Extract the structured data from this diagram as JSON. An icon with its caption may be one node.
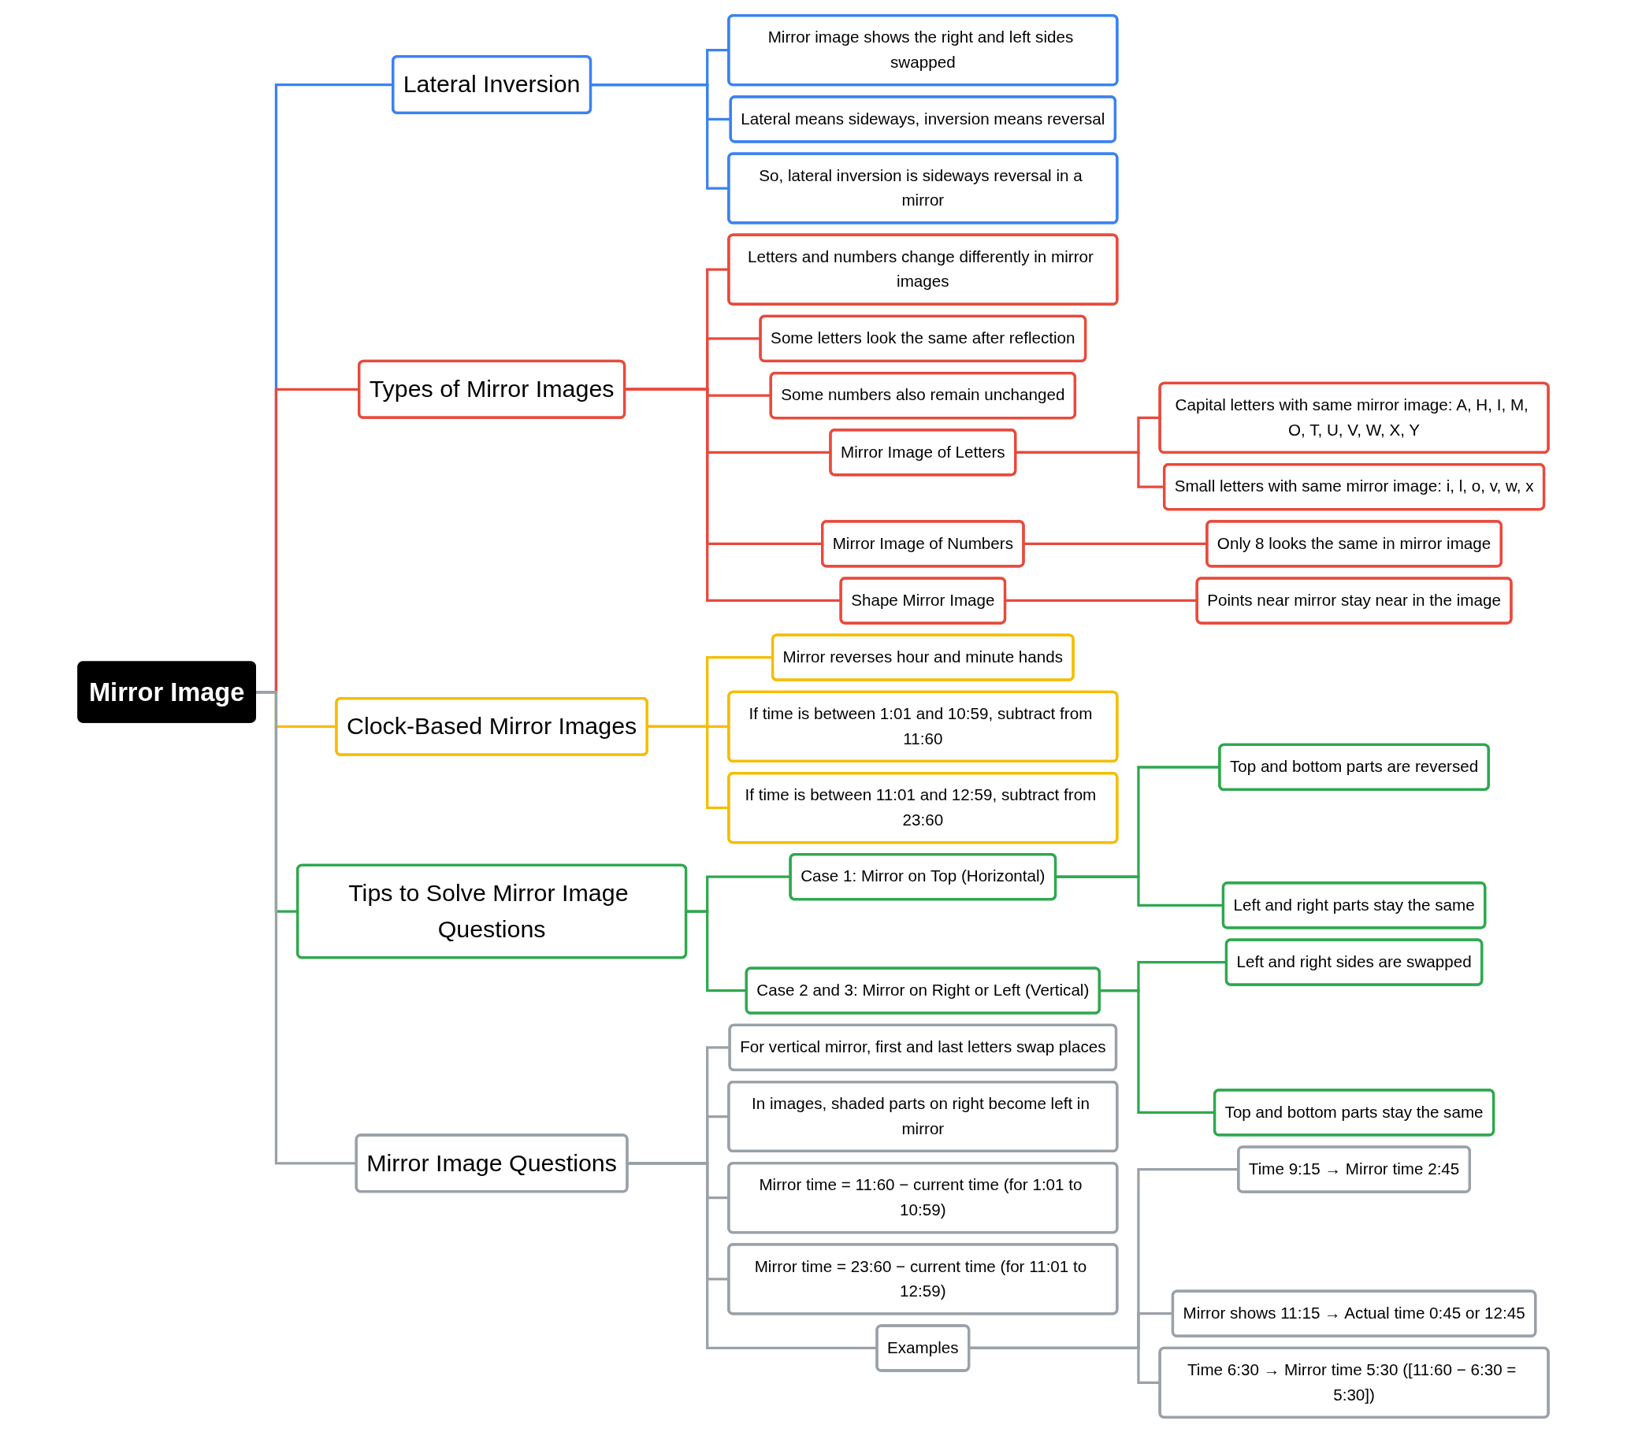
{
  "diagram": {
    "nodes": [
      {
        "text": [
          "Mirror Image"
        ]
      },
      {
        "text": [
          "Lateral Inversion"
        ]
      },
      {
        "text": [
          "Mirror image shows the right and left sides swapped"
        ]
      },
      {
        "text": [
          "Lateral means sideways, inversion means reversal"
        ]
      },
      {
        "text": [
          "So, lateral inversion is sideways reversal in a mirror"
        ]
      },
      {
        "text": [
          "Types of Mirror Images"
        ]
      },
      {
        "text": [
          "Letters and numbers change differently in mirror images"
        ]
      },
      {
        "text": [
          "Some letters look the same after reflection"
        ]
      },
      {
        "text": [
          "Some numbers also remain unchanged"
        ]
      },
      {
        "text": [
          "Mirror Image of Letters"
        ]
      },
      {
        "text": [
          "Capital letters with same mirror image: A, H, I, M, O, T, U, V, W, X, Y"
        ]
      },
      {
        "text": [
          "Small letters with same mirror image: i, l, o, v, w, x"
        ]
      },
      {
        "text": [
          "Mirror Image of Numbers"
        ]
      },
      {
        "text": [
          "Only 8 looks the same in mirror image"
        ]
      },
      {
        "text": [
          "Shape Mirror Image"
        ]
      },
      {
        "text": [
          "Points near mirror stay near in the image"
        ]
      },
      {
        "text": [
          "Clock-Based Mirror Images"
        ]
      },
      {
        "text": [
          "Mirror reverses hour and minute hands"
        ]
      },
      {
        "text": [
          "If time is between 1:01 and 10:59, subtract from 11:60"
        ]
      },
      {
        "text": [
          "If time is between 11:01 and 12:59, subtract from 23:60"
        ]
      },
      {
        "text": [
          "Tips to Solve Mirror Image Questions"
        ]
      },
      {
        "text": [
          "Case 1: Mirror on Top (Horizontal)"
        ]
      },
      {
        "text": [
          "Top and bottom parts are reversed"
        ]
      },
      {
        "text": [
          "Left and right parts stay the same"
        ]
      },
      {
        "text": [
          "Case 2 and 3: Mirror on Right or Left (Vertical)"
        ]
      },
      {
        "text": [
          "Left and right sides are swapped"
        ]
      },
      {
        "text": [
          "Top and bottom parts stay the same"
        ]
      },
      {
        "text": [
          "Mirror Image Questions"
        ]
      },
      {
        "text": [
          "For vertical mirror, first and last letters swap places"
        ]
      },
      {
        "text": [
          "In images, shaded parts on right become left in mirror"
        ]
      },
      {
        "text": [
          "Mirror time = 11:60 − current time (for 1:01 to 10:59)"
        ]
      },
      {
        "text": [
          "Mirror time = 23:60 − current time (for 11:01 to 12:59)"
        ]
      },
      {
        "text": [
          "Examples"
        ]
      },
      {
        "text": [
          "Time 9:15 → Mirror time 2:45"
        ]
      },
      {
        "text": [
          "Mirror shows 11:15 → Actual time 0:45 or 12:45"
        ]
      },
      {
        "text": [
          "Time 6:30 → Mirror time 5:30 ([11:60 − 6:30 = 5:30])"
        ]
      }
    ],
    "edges": [
      {
        "from": 0,
        "to": 1,
        "arrow": "none",
        "color": "#3b82f0"
      },
      {
        "from": 1,
        "to": 2,
        "arrow": "none",
        "color": "#3b82f0"
      },
      {
        "from": 1,
        "to": 3,
        "arrow": "none",
        "color": "#3b82f0"
      },
      {
        "from": 1,
        "to": 4,
        "arrow": "none",
        "color": "#3b82f0"
      },
      {
        "from": 0,
        "to": 5,
        "arrow": "none"
      },
      {
        "from": 5,
        "to": 6,
        "arrow": "none"
      },
      {
        "from": 5,
        "to": 7,
        "arrow": "none"
      },
      {
        "from": 5,
        "to": 8,
        "arrow": "none"
      },
      {
        "from": 5,
        "to": 9,
        "arrow": "none"
      },
      {
        "from": 9,
        "to": 10,
        "arrow": "none"
      },
      {
        "from": 9,
        "to": 11,
        "arrow": "none"
      },
      {
        "from": 5,
        "to": 12,
        "arrow": "none"
      },
      {
        "from": 12,
        "to": 13,
        "arrow": "none"
      },
      {
        "from": 5,
        "to": 14,
        "arrow": "none"
      },
      {
        "from": 14,
        "to": 15,
        "arrow": "none"
      },
      {
        "from": 0,
        "to": 16,
        "arrow": "none",
        "color": "#f5bd00"
      },
      {
        "from": 16,
        "to": 17,
        "arrow": "none",
        "color": "#f5bd00"
      },
      {
        "from": 16,
        "to": 18,
        "arrow": "none",
        "color": "#f5bd00"
      },
      {
        "from": 16,
        "to": 19,
        "arrow": "none",
        "color": "#f5bd00"
      },
      {
        "from": 0,
        "to": 20,
        "arrow": "none",
        "color": "#2fa84f"
      },
      {
        "from": 20,
        "to": 21,
        "arrow": "none",
        "color": "#2fa84f"
      },
      {
        "from": 21,
        "to": 22,
        "arrow": "none",
        "color": "#2fa84f"
      },
      {
        "from": 21,
        "to": 23,
        "arrow": "none",
        "color": "#2fa84f"
      },
      {
        "from": 20,
        "to": 24,
        "arrow": "none",
        "color": "#2fa84f"
      },
      {
        "from": 24,
        "to": 25,
        "arrow": "none",
        "color": "#2fa84f"
      },
      {
        "from": 24,
        "to": 26,
        "arrow": "none",
        "color": "#2fa84f"
      },
      {
        "from": 0,
        "to": 27,
        "arrow": "none",
        "color": "#9ba1a8"
      },
      {
        "from": 27,
        "to": 28,
        "arrow": "none",
        "color": "#9ba1a8"
      },
      {
        "from": 27,
        "to": 29,
        "arrow": "none",
        "color": "#9ba1a8"
      },
      {
        "from": 27,
        "to": 30,
        "arrow": "none",
        "color": "#9ba1a8"
      },
      {
        "from": 27,
        "to": 31,
        "arrow": "none",
        "color": "#9ba1a8"
      },
      {
        "from": 27,
        "to": 32,
        "arrow": "none",
        "color": "#9ba1a8"
      },
      {
        "from": 32,
        "to": 33,
        "arrow": "none",
        "color": "#9ba1a8"
      },
      {
        "from": 32,
        "to": 34,
        "arrow": "none",
        "color": "#9ba1a8"
      },
      {
        "from": 32,
        "to": 35,
        "arrow": "none",
        "color": "#9ba1a8"
      }
    ]
  }
}
